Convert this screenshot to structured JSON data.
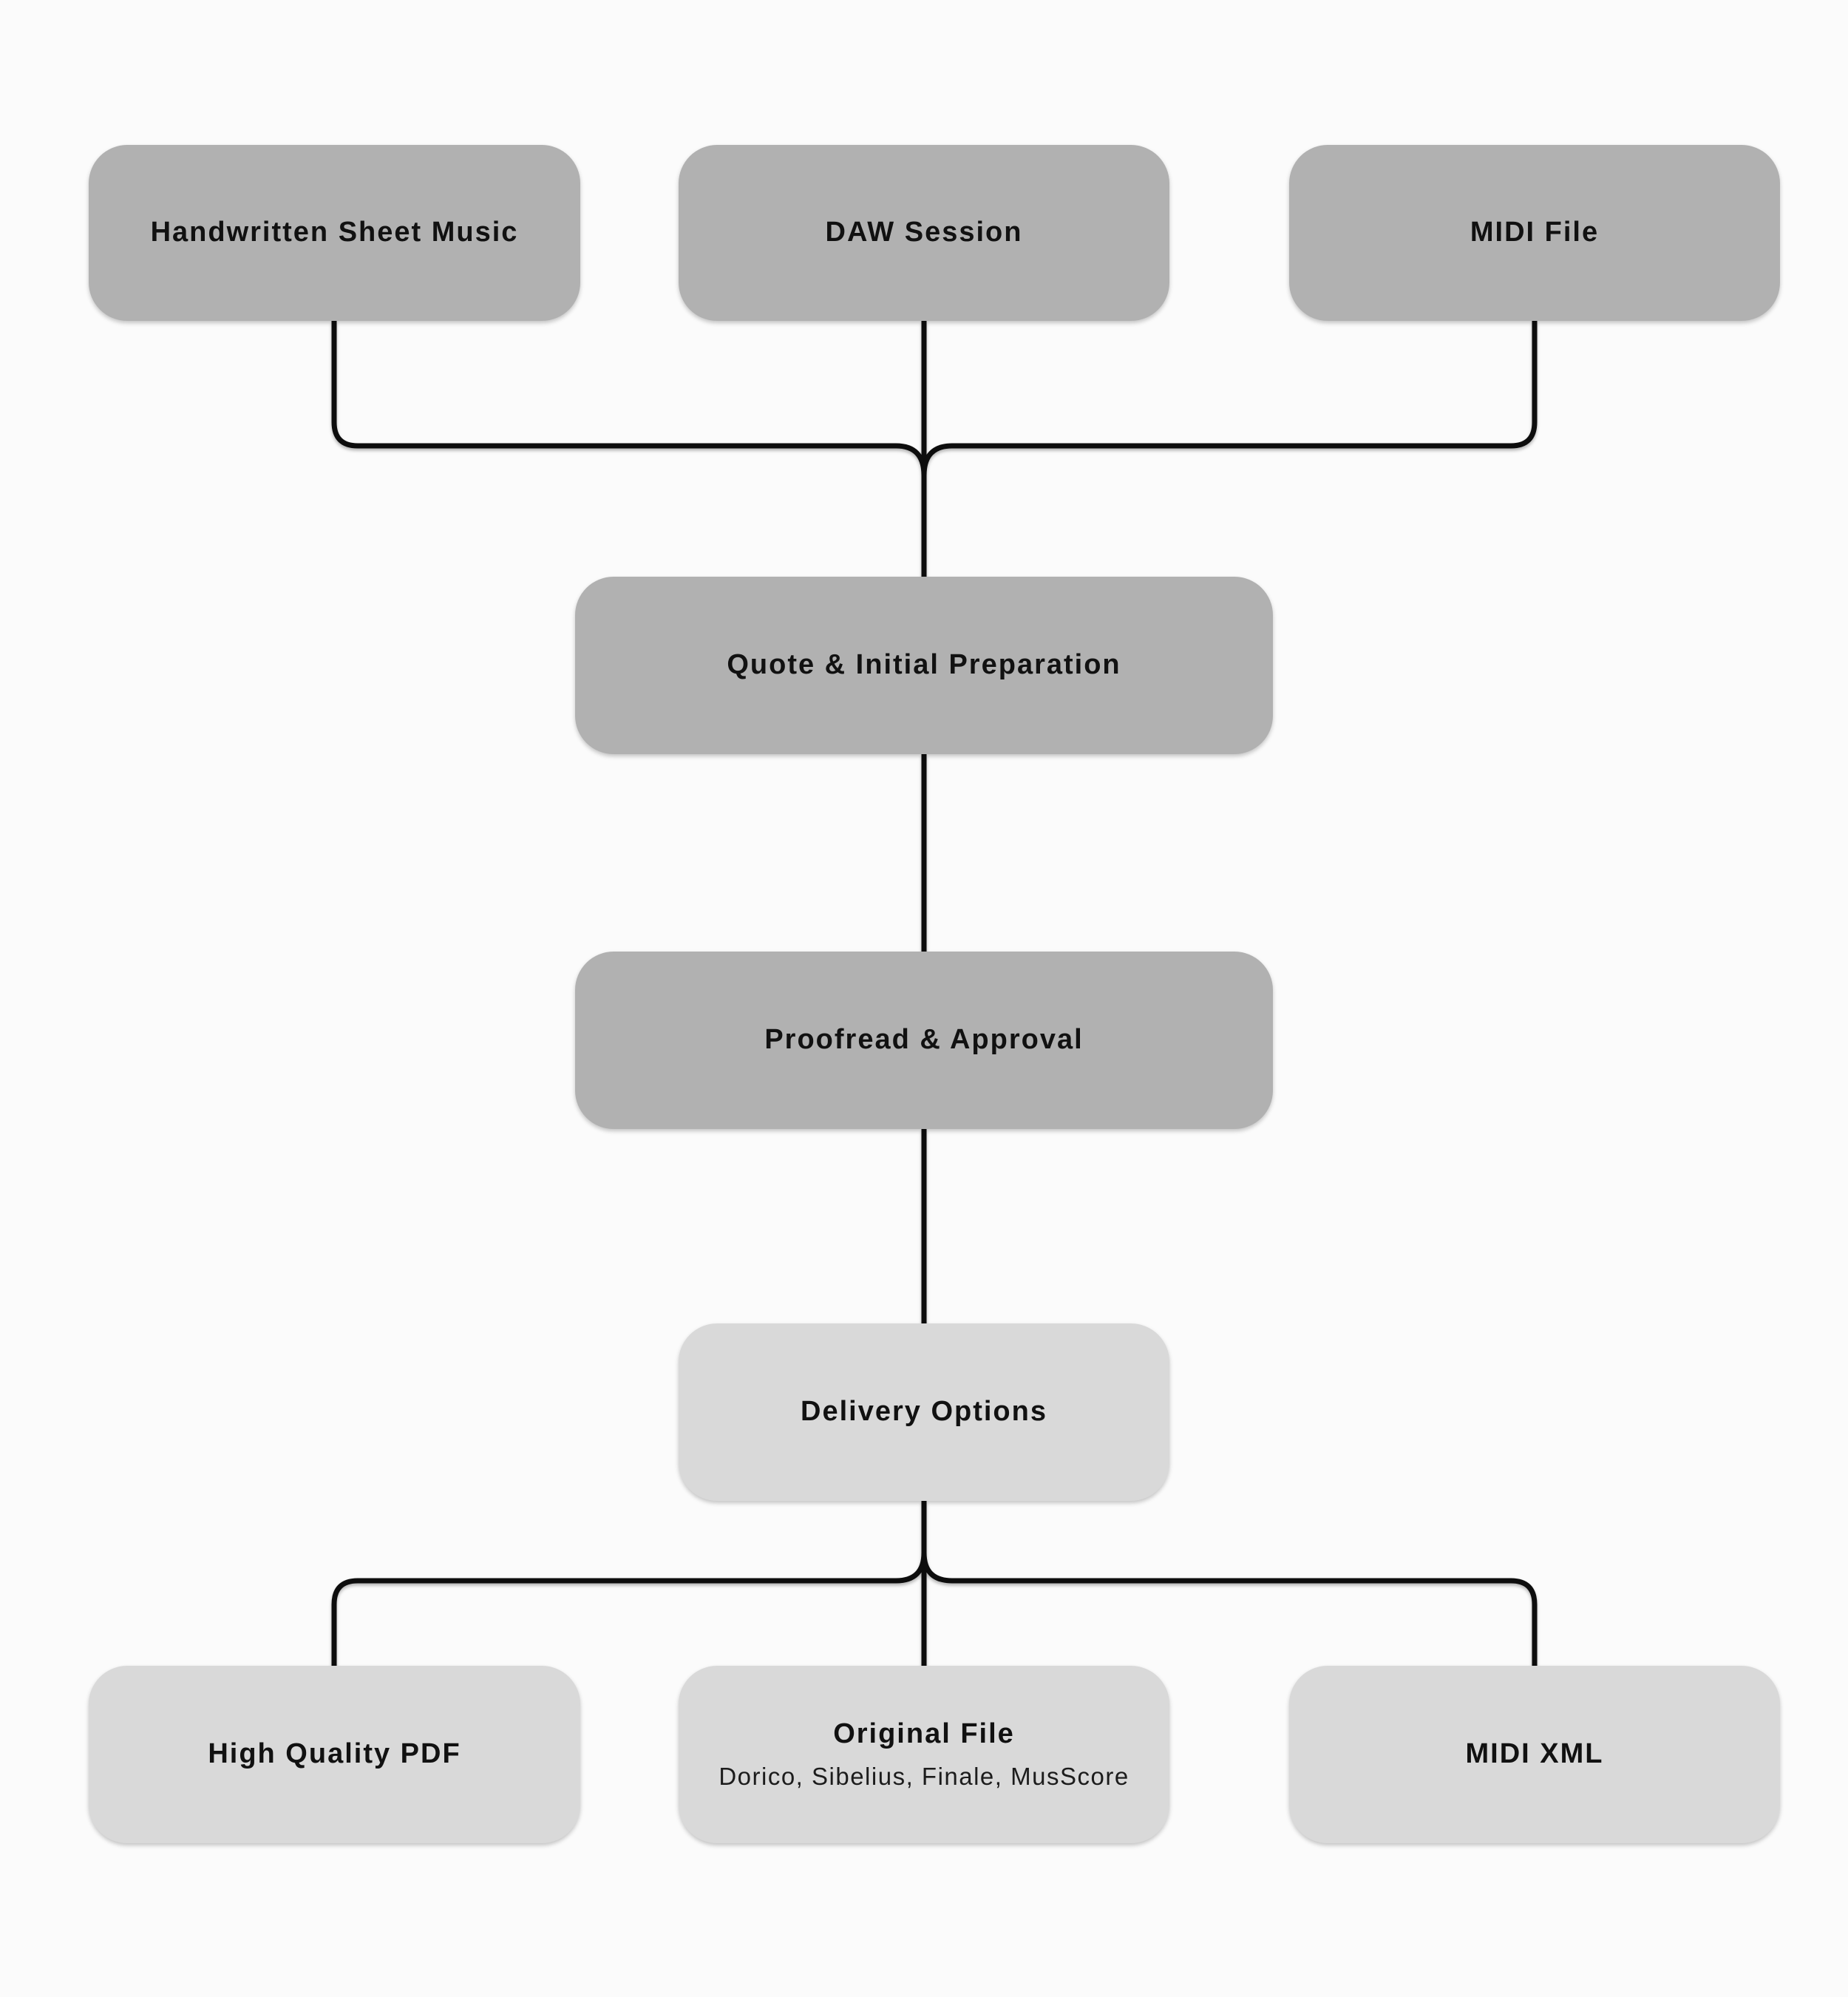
{
  "colors": {
    "node_dark": "#b1b1b1",
    "node_light": "#d9d9d9",
    "line": "#0d0d0d",
    "bg": "#fbfbfb",
    "text": "#111111"
  },
  "nodes": {
    "handwritten": {
      "label": "Handwritten Sheet Music"
    },
    "daw": {
      "label": "DAW Session"
    },
    "midi_file": {
      "label": "MIDI File"
    },
    "quote": {
      "label": "Quote & Initial Preparation"
    },
    "proofread": {
      "label": "Proofread & Approval"
    },
    "delivery": {
      "label": "Delivery Options"
    },
    "hq_pdf": {
      "label": "High Quality PDF"
    },
    "original_file": {
      "label": "Original File",
      "sublabel": "Dorico, Sibelius, Finale, MusScore"
    },
    "midi_xml": {
      "label": "MIDI XML"
    }
  }
}
